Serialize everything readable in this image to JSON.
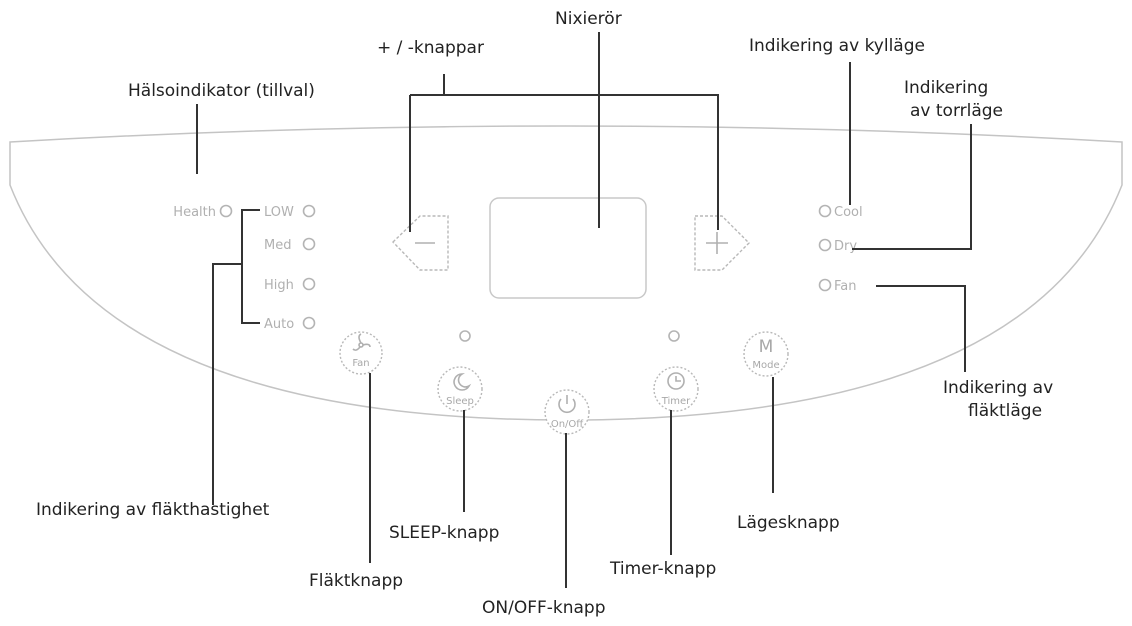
{
  "callouts": {
    "plus_minus": "+ / -knappar",
    "nixie": "Nixierör",
    "cool_ind": "Indikering av kylläge",
    "health_ind": "Hälsoindikator (tillval)",
    "dry_ind_line1": "Indikering",
    "dry_ind_line2": "av torrläge",
    "fan_ind_line1": "Indikering av",
    "fan_ind_line2": "fläktläge",
    "fan_speed_ind": "Indikering av fläkthastighet",
    "sleep_btn": "SLEEP-knapp",
    "mode_btn": "Lägesknapp",
    "fan_btn": "Fläktknapp",
    "timer_btn": "Timer-knapp",
    "onoff_btn": "ON/OFF-knapp"
  },
  "panel": {
    "health": "Health",
    "speeds": [
      "LOW",
      "Med",
      "High",
      "Auto"
    ],
    "modes": [
      "Cool",
      "Dry",
      "Fan"
    ]
  },
  "buttons": {
    "fan": {
      "label": "Fan",
      "icon": "fan-icon"
    },
    "sleep": {
      "label": "Sleep",
      "icon": "sleep-moon-icon"
    },
    "onoff": {
      "label": "On/Off",
      "icon": "power-icon"
    },
    "timer": {
      "label": "Timer",
      "icon": "clock-icon"
    },
    "mode": {
      "label": "Mode",
      "glyph": "M",
      "icon": "mode-m-icon"
    }
  }
}
